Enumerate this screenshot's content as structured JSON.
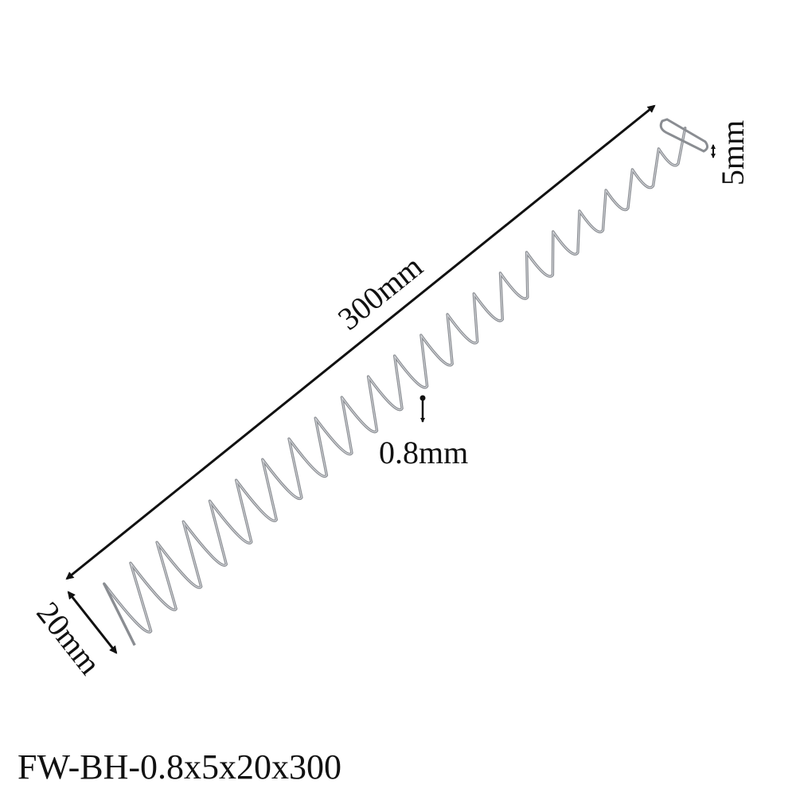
{
  "product": {
    "model_code": "FW-BH-0.8x5x20x300",
    "coil_count": 22
  },
  "dimensions": {
    "length_label": "300mm",
    "end_width_label": "5mm",
    "wire_label": "0.8mm",
    "start_width_label": "20mm"
  },
  "colors": {
    "background": "#ffffff",
    "wire": "#8a8d92",
    "wire_highlight": "#d4d6da",
    "ink": "#111111"
  }
}
